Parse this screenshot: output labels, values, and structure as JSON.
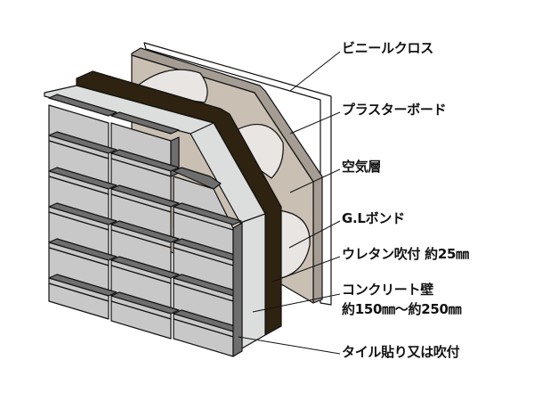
{
  "diagram": {
    "type": "wall-cross-section",
    "colors": {
      "tile_face": "#c8c8c8",
      "tile_edge": "#6e6e6e",
      "urethane": "#dcdedd",
      "concrete_dark": "#2e2210",
      "board": "#c9bfb3",
      "board_edge": "#a59d94",
      "air_blob": "#e8e5e2",
      "cloth": "#ffffff",
      "line": "#111111"
    },
    "labels": [
      {
        "id": "vinyl-cloth",
        "text": "ビニールクロス"
      },
      {
        "id": "plaster-board",
        "text": "プラスターボード"
      },
      {
        "id": "air-layer",
        "text": "空気層"
      },
      {
        "id": "gl-bond",
        "text": "G.Lボンド"
      },
      {
        "id": "urethane",
        "text": "ウレタン吹付 約25㎜"
      },
      {
        "id": "concrete-wall",
        "text": "コンクリート壁"
      },
      {
        "id": "concrete-thickness",
        "text": "約150㎜～約250㎜"
      },
      {
        "id": "tile",
        "text": "タイル貼り又は吹付"
      }
    ]
  }
}
